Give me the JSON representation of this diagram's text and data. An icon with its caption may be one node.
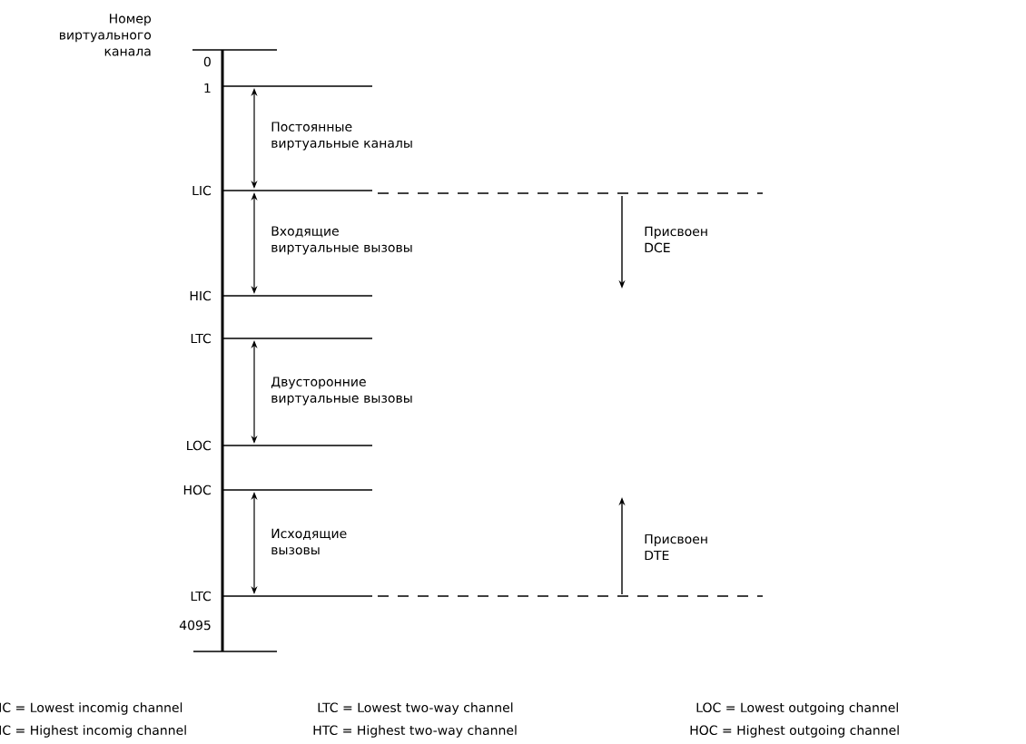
{
  "diagram": {
    "labels": [
      "Номер виртуального канала",
      "0",
      "1",
      "Постоянные виртуальные каналы",
      "LIC",
      "Входящие виртуальные вызовы",
      "Присвоен DCE",
      "HIC",
      "LTC",
      "Двусторонние виртуальные вызовы",
      "LOC",
      "HOC",
      "Исходящие вызовы",
      "Присвоен DTE",
      "LTC",
      "4095",
      "IC = Lowest incomig channel",
      "LTC = Lowest two-way channel",
      "LOC = Lowest outgoing channel",
      "IC = Highest incomig channel",
      "HTC = Highest two-way channel",
      "HOC = Highest outgoing channel"
    ]
  }
}
